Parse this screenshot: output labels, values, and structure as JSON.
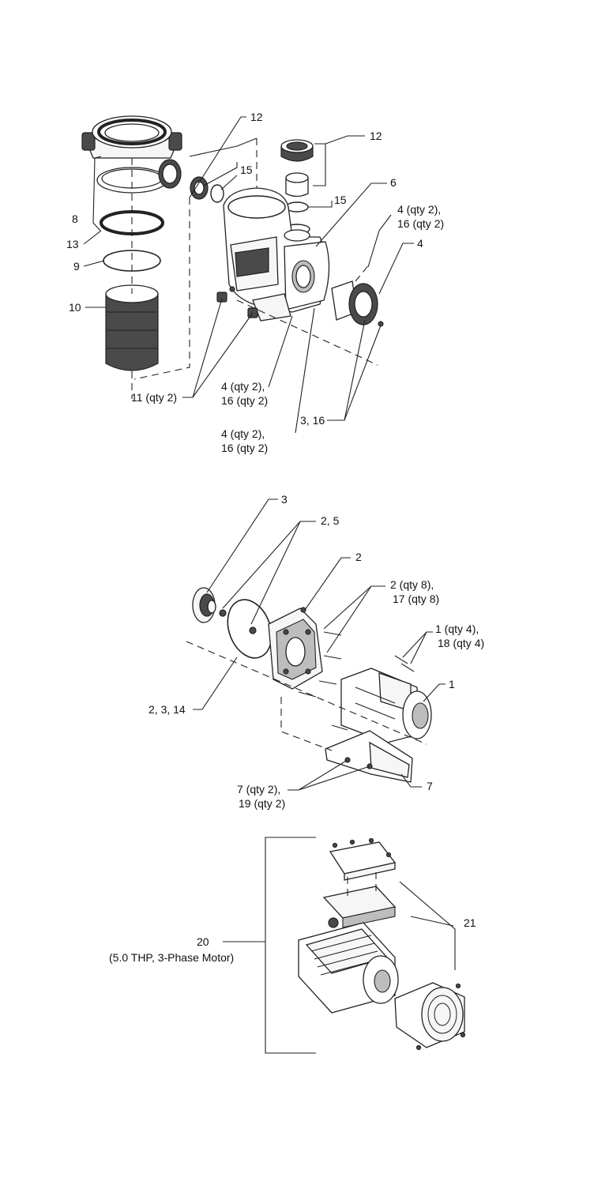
{
  "diagram": {
    "section1_labels": {
      "l12a": "12",
      "l12b": "12",
      "l15a": "15",
      "l15b": "15",
      "l6": "6",
      "l8": "8",
      "l13": "13",
      "l9": "9",
      "l10": "10",
      "l4qty2_top_1": "4 (qty 2),",
      "l4qty2_top_2": "16 (qty 2)",
      "l4": "4",
      "l11": "11 (qty 2)",
      "l4qty2_mid_1": "4 (qty 2),",
      "l4qty2_mid_2": "16 (qty 2)",
      "l4qty2_low_1": "4 (qty 2),",
      "l4qty2_low_2": "16 (qty 2)",
      "l3_16": "3, 16"
    },
    "section2_labels": {
      "l3": "3",
      "l2_5": "2, 5",
      "l2": "2",
      "l2qty8_1": "2 (qty 8),",
      "l2qty8_2": "17 (qty 8)",
      "l1qty4_1": "1 (qty 4),",
      "l1qty4_2": "18 (qty 4)",
      "l1": "1",
      "l2_3_14": "2, 3, 14",
      "l7qty2_1": "7 (qty 2),",
      "l7qty2_2": "19 (qty 2)",
      "l7": "7"
    },
    "section3_labels": {
      "l20": "20",
      "l20_desc": "(5.0 THP, 3-Phase Motor)",
      "l21": "21"
    }
  }
}
